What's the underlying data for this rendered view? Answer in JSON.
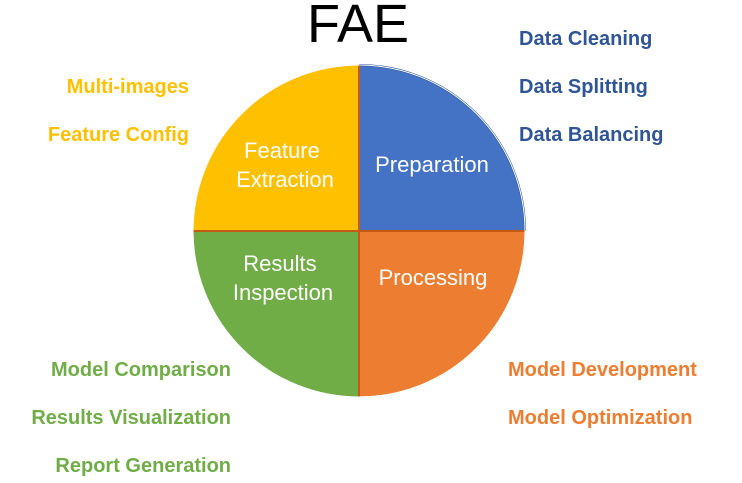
{
  "title": "FAE",
  "colors": {
    "preparation": "#4472C4",
    "processing": "#ED7D31",
    "inspection": "#70AD47",
    "extraction": "#FFC000",
    "outline": "#2F5597",
    "divider": "#C55A11"
  },
  "quadrants": {
    "feature_extraction": {
      "line1": "Feature",
      "line2": "Extraction"
    },
    "preparation": {
      "label": "Preparation"
    },
    "results_inspection": {
      "line1": "Results",
      "line2": "Inspection"
    },
    "processing": {
      "label": "Processing"
    }
  },
  "feature_extraction_items": [
    "Multi-images",
    "Feature Config"
  ],
  "preparation_items": [
    "Data Cleaning",
    "Data Splitting",
    "Data Balancing"
  ],
  "inspection_items": [
    "Model Comparison",
    "Results Visualization",
    "Report Generation"
  ],
  "processing_items": [
    "Model Development",
    "Model Optimization"
  ]
}
